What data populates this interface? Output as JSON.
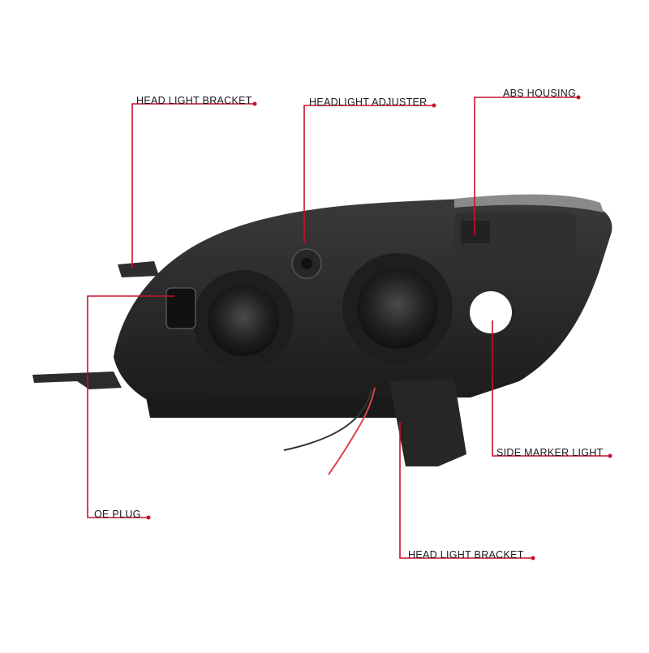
{
  "callouts": {
    "head_light_bracket_top": "HEAD LIGHT BRACKET",
    "headlight_adjuster": "HEADLIGHT ADJUSTER",
    "abs_housing": "ABS HOUSING",
    "side_marker_light": "SIDE MARKER LIGHT",
    "oe_plug": "OE PLUG",
    "head_light_bracket_bottom": "HEAD LIGHT BRACKET"
  },
  "colors": {
    "leader_line": "#c8102e",
    "text": "#1a1a1a",
    "housing": "#2a2a2a"
  }
}
